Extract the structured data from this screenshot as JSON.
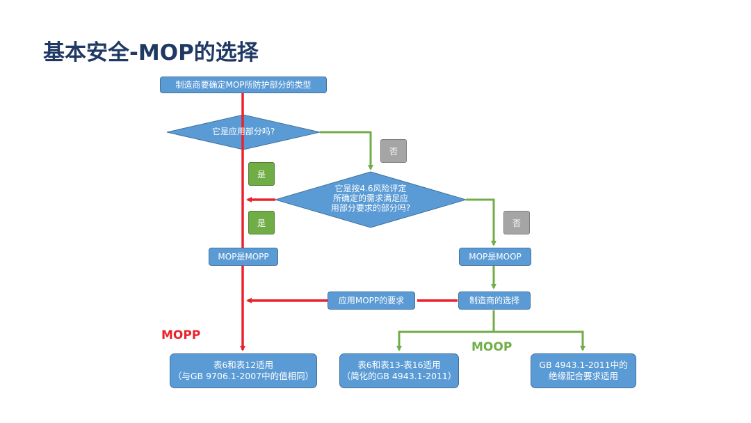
{
  "title": "基本安全-MOP的选择",
  "nodes": {
    "start": "制造商要确定MOP所防护部分的类型",
    "decision1": "它是应用部分吗?",
    "decision2_line1": "它是按4.6风险评定",
    "decision2_line2": "所确定的需求满足应",
    "decision2_line3": "用部分要求的部分吗?",
    "mopp_is": "MOP是MOPP",
    "moop_is": "MOP是MOOP",
    "manufacturer_choice": "制造商的选择",
    "apply_mopp": "应用MOPP的要求",
    "result1_line1": "表6和表12适用",
    "result1_line2": "（与GB 9706.1-2007中的值相同）",
    "result2_line1": "表6和表13-表16适用",
    "result2_line2": "（简化的GB 4943.1-2011）",
    "result3_line1": "GB 4943.1-2011中的",
    "result3_line2": "绝缘配合要求适用"
  },
  "tags": {
    "no1": "否",
    "yes1": "是",
    "yes2": "是",
    "no2": "否"
  },
  "labels": {
    "mopp": "MOPP",
    "moop": "MOOP"
  },
  "colors": {
    "box_fill": "#5b9bd5",
    "red_line": "#e8232c",
    "green_line": "#70ad47",
    "title": "#1f3864"
  }
}
